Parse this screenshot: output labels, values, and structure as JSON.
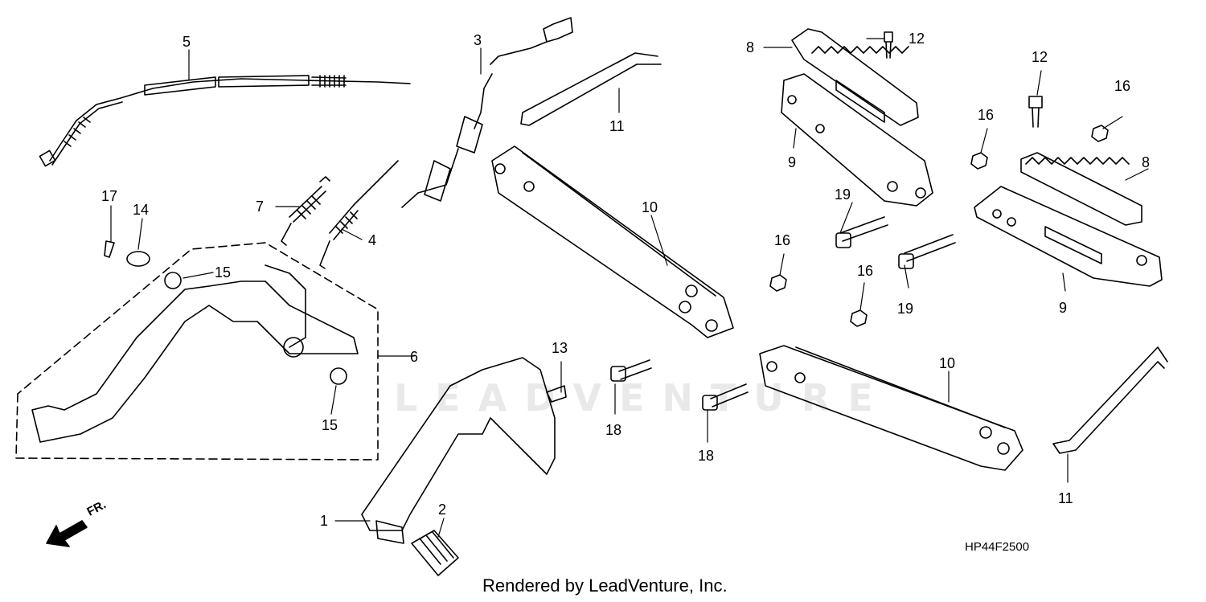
{
  "diagram": {
    "watermark": "LEADVENTURE",
    "drawing_code": "HP44F2500",
    "credit": "Rendered by LeadVenture, Inc.",
    "direction_label": "FR.",
    "callouts": {
      "c1": "1",
      "c2": "2",
      "c3": "3",
      "c4": "4",
      "c5": "5",
      "c6": "6",
      "c7": "7",
      "c8a": "8",
      "c8b": "8",
      "c9a": "9",
      "c9b": "9",
      "c10a": "10",
      "c10b": "10",
      "c11a": "11",
      "c11b": "11",
      "c12a": "12",
      "c12b": "12",
      "c13": "13",
      "c14": "14",
      "c15a": "15",
      "c15b": "15",
      "c16a": "16",
      "c16b": "16",
      "c16c": "16",
      "c16d": "16",
      "c17": "17",
      "c18a": "18",
      "c18b": "18",
      "c19a": "19",
      "c19b": "19"
    }
  }
}
